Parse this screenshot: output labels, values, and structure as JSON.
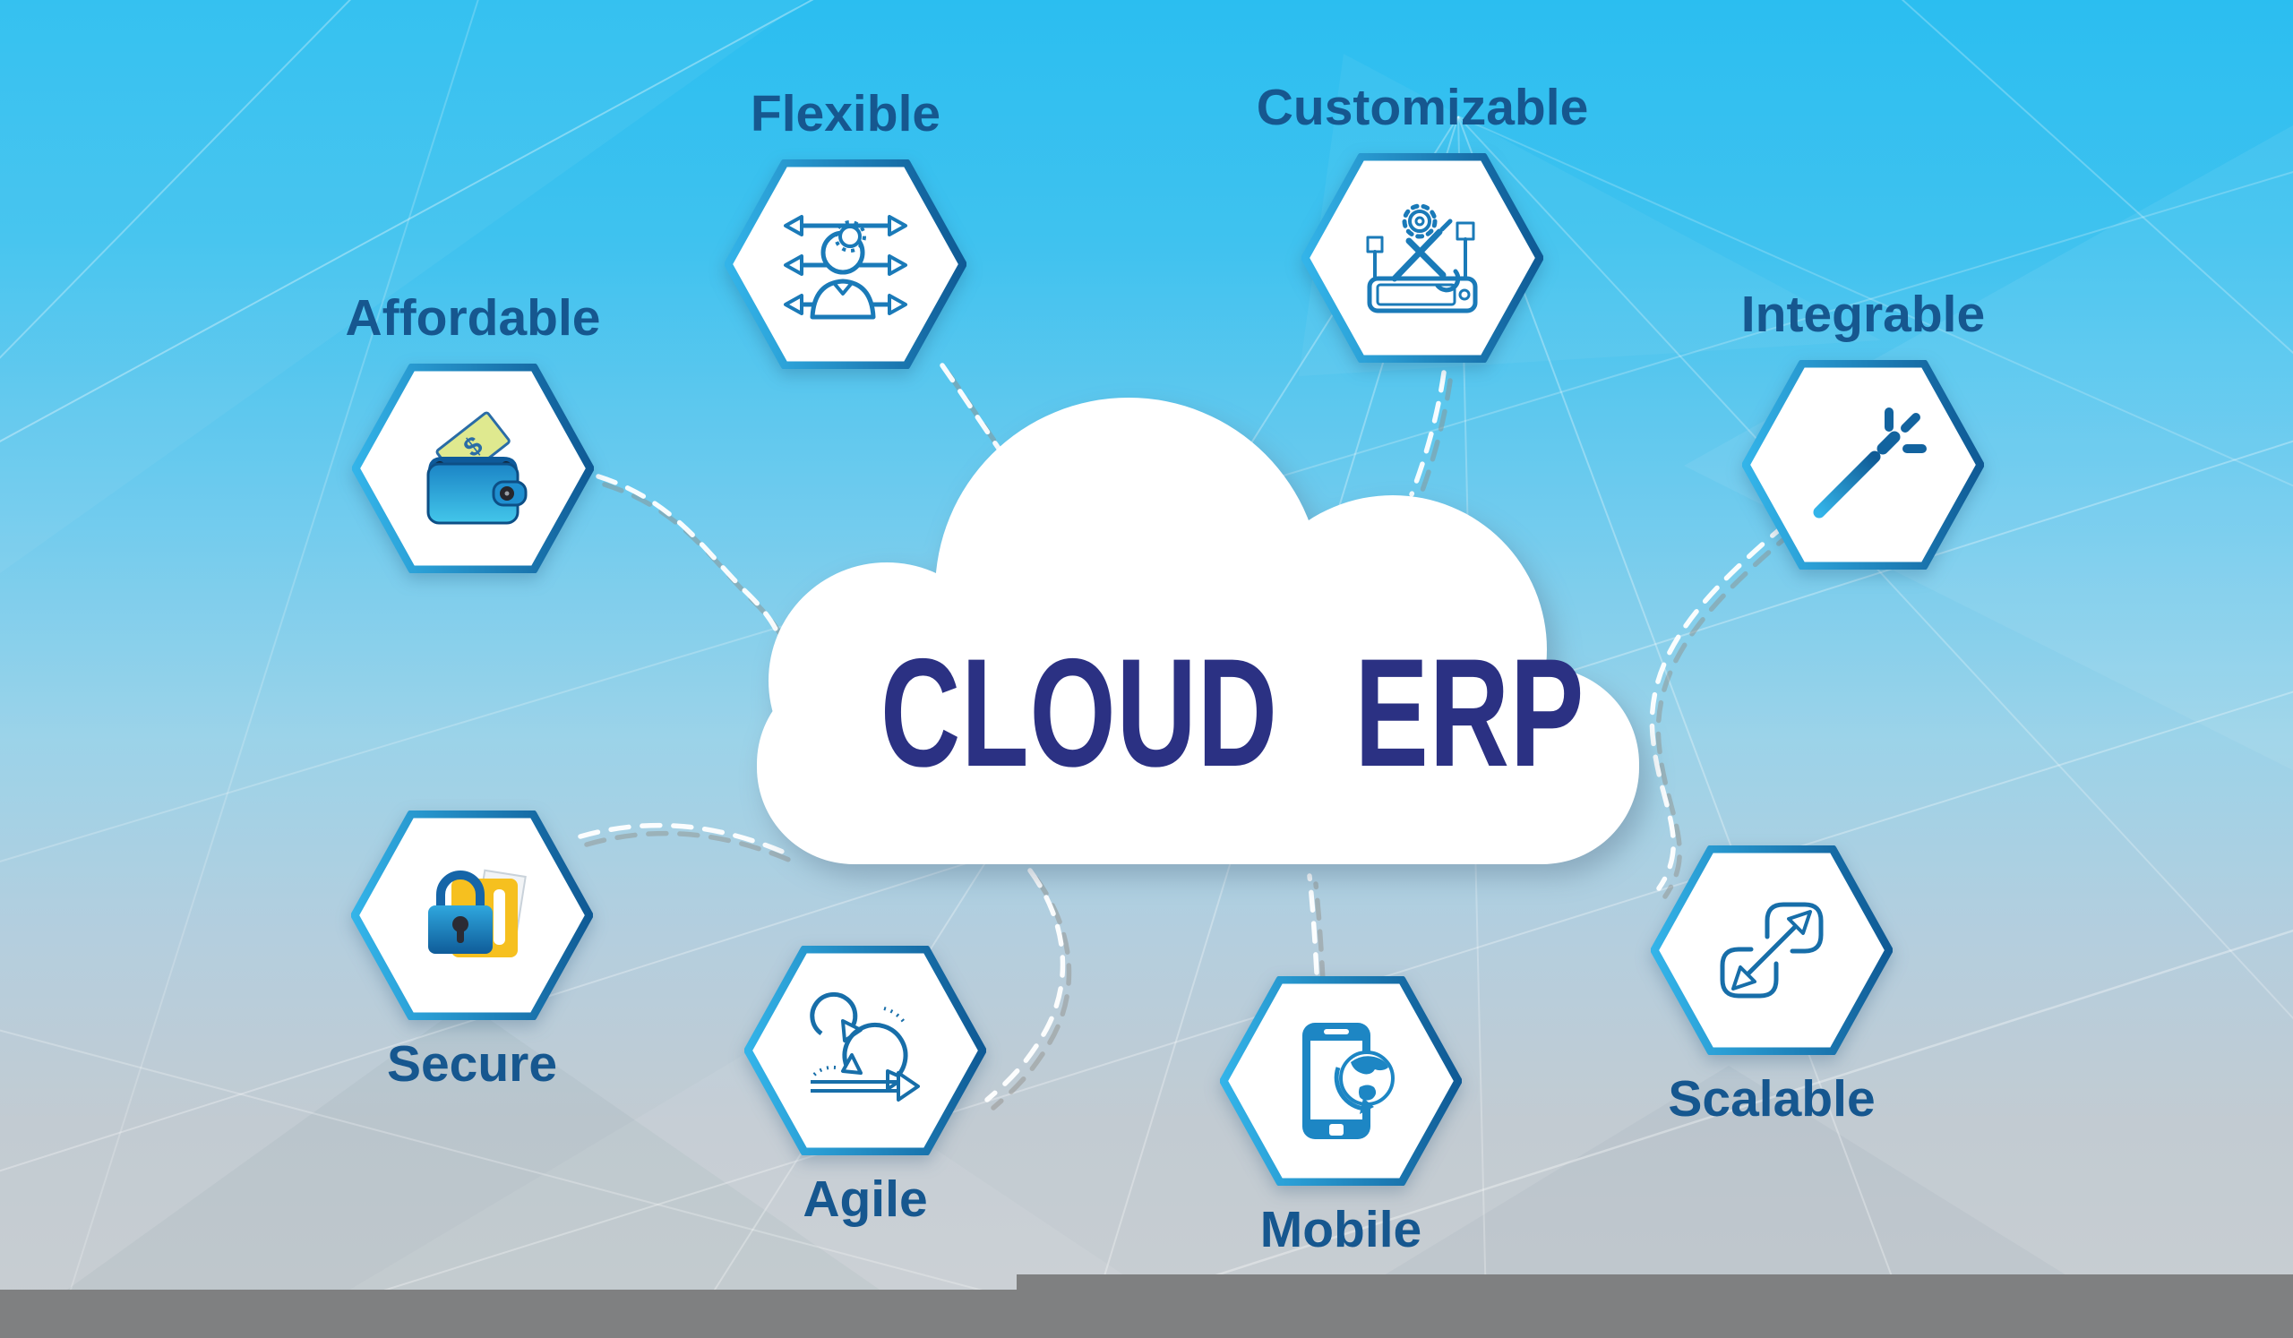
{
  "title": "CLOUD ERP",
  "features": [
    {
      "label": "Flexible",
      "icon": "person-bidirectional-arrows-icon",
      "label_position": "above"
    },
    {
      "label": "Customizable",
      "icon": "tablet-tools-gear-icon",
      "label_position": "above"
    },
    {
      "label": "Affordable",
      "icon": "wallet-money-icon",
      "label_position": "above"
    },
    {
      "label": "Integrable",
      "icon": "magic-wand-icon",
      "label_position": "above"
    },
    {
      "label": "Secure",
      "icon": "padlock-folder-icon",
      "label_position": "below"
    },
    {
      "label": "Agile",
      "icon": "scrum-loop-arrows-icon",
      "label_position": "below"
    },
    {
      "label": "Mobile",
      "icon": "smartphone-globe-icon",
      "label_position": "below"
    },
    {
      "label": "Scalable",
      "icon": "expand-arrows-icon",
      "label_position": "below"
    }
  ],
  "colors": {
    "background_top": "#2bbef0",
    "background_bottom": "#c9ced2",
    "title_text": "#2b3183",
    "label_text": "#16578f",
    "hexagon_fill": "#ffffff",
    "hexagon_border_light": "#33b4e9",
    "hexagon_border_dark": "#0f5a95",
    "icon_stroke": "#1a7ab8",
    "connector_dash": "#ffffff",
    "connector_dash_shadow": "#8f8c86",
    "bottom_bar": "#7f8081",
    "money_bill": "#dfe98f",
    "folder_yellow": "#f6c01f"
  }
}
